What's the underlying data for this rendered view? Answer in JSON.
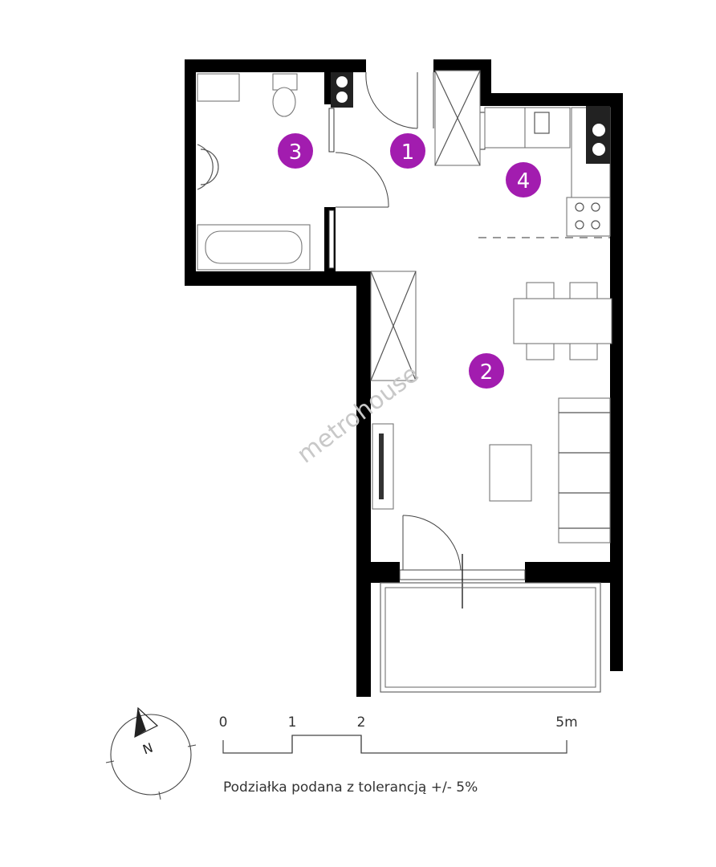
{
  "rooms": [
    {
      "number": "1"
    },
    {
      "number": "2"
    },
    {
      "number": "3"
    },
    {
      "number": "4"
    }
  ],
  "watermark": "metrohouse",
  "scale": {
    "ticks": [
      "0",
      "1",
      "2",
      "5m"
    ],
    "caption": "Podziałka podana z tolerancją +/- 5%"
  },
  "compass": {
    "label": "N"
  },
  "colors": {
    "room_marker": "#a21caf",
    "wall": "#000000"
  }
}
